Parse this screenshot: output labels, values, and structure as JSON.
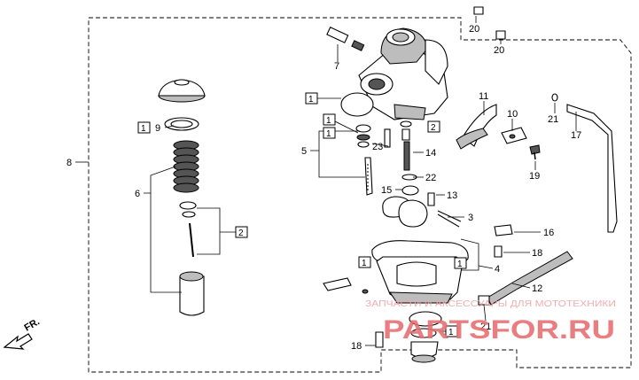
{
  "callouts": {
    "c1": "1",
    "c2": "2",
    "c3": "3",
    "c4": "4",
    "c5": "5",
    "c6": "6",
    "c7": "7",
    "c8": "8",
    "c9": "9",
    "c10": "10",
    "c11": "11",
    "c12": "12",
    "c13": "13",
    "c14": "14",
    "c15": "15",
    "c16": "16",
    "c17": "17",
    "c18a": "18",
    "c18b": "18",
    "c19": "19",
    "c20a": "20",
    "c20b": "20",
    "c21a": "21",
    "c21b": "21",
    "c22": "22",
    "c23": "23"
  },
  "boxed_refs": {
    "b1_throttle": "1",
    "b2_throttle": "2",
    "b1_o_ring": "1",
    "b1_top_a": "1",
    "b1_top_b": "1",
    "b2_jet": "2",
    "b1_bowl_a": "1",
    "b1_bowl_b": "1",
    "b1_drain": "1"
  },
  "direction_label": "FR.",
  "watermark": {
    "brand": "PARTSFOR.RU",
    "tagline": "ЗАПЧАСТИ И АКСЕССУАРЫ ДЛЯ МОТОТЕХНИКИ"
  },
  "colors": {
    "ink": "#000000",
    "watermark": "#e86f73"
  }
}
